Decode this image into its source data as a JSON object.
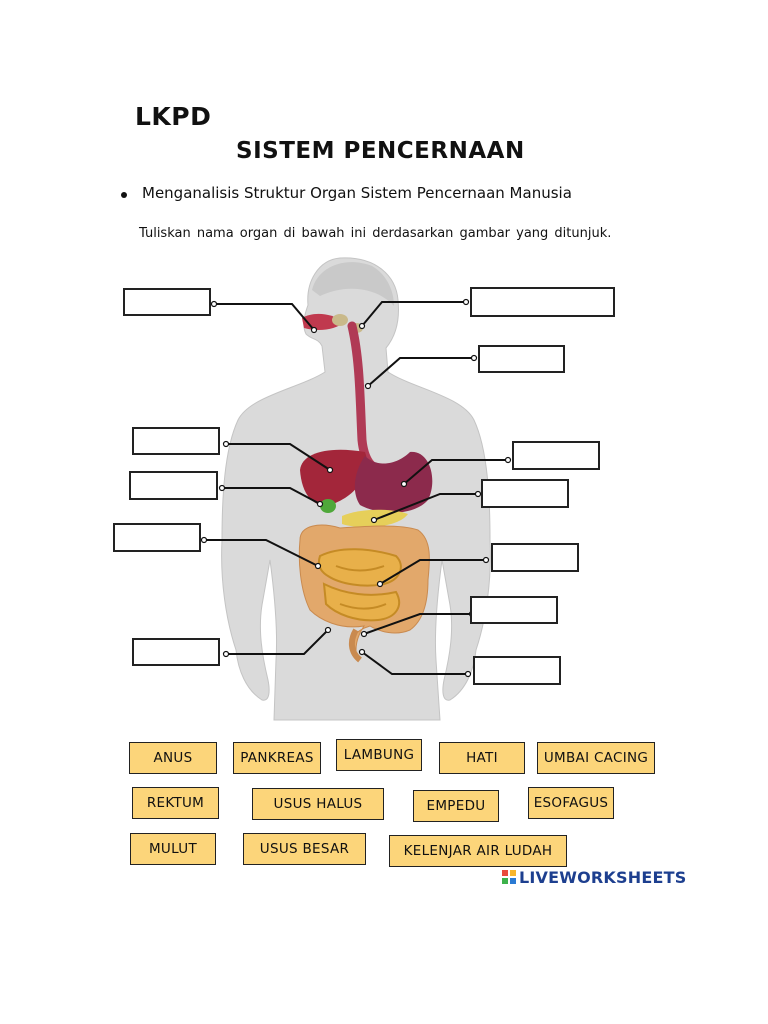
{
  "worksheet": {
    "title": "LKPD",
    "subtitle": "SISTEM PENCERNAAN",
    "bullet": "Menganalisis Struktur Organ Sistem Pencernaan Manusia",
    "instruction": "Tuliskan nama organ di bawah ini derdasarkan gambar yang ditunjuk."
  },
  "answer_boxes": [
    {
      "id": "left-1",
      "value": ""
    },
    {
      "id": "left-2",
      "value": ""
    },
    {
      "id": "left-3",
      "value": ""
    },
    {
      "id": "left-4",
      "value": ""
    },
    {
      "id": "left-5",
      "value": ""
    },
    {
      "id": "right-1",
      "value": ""
    },
    {
      "id": "right-2",
      "value": ""
    },
    {
      "id": "right-3",
      "value": ""
    },
    {
      "id": "right-4",
      "value": ""
    },
    {
      "id": "right-5",
      "value": ""
    },
    {
      "id": "right-6",
      "value": ""
    },
    {
      "id": "right-7",
      "value": ""
    }
  ],
  "word_bank": [
    "ANUS",
    "PANKREAS",
    "LAMBUNG",
    "HATI",
    "UMBAI CACING",
    "REKTUM",
    "USUS HALUS",
    "EMPEDU",
    "ESOFAGUS",
    "MULUT",
    "USUS BESAR",
    "KELENJAR AIR LUDAH"
  ],
  "brand": {
    "name": "LIVEWORKSHEETS",
    "color": "#1d3f8f",
    "icon": "liveworksheets-logo-icon"
  },
  "colors": {
    "chip_fill": "#fcd57a",
    "liver": "#a3263a",
    "stomach": "#8c2a4c",
    "intestine": "#e2a86b",
    "small_intestine": "#e8b04a",
    "body": "#d6d6d6"
  }
}
